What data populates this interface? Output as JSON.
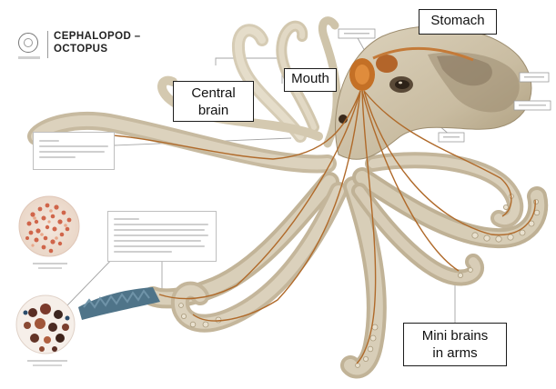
{
  "title": {
    "line1": "CEPHALOPOD –",
    "line2": "OCTOPUS"
  },
  "labels": {
    "stomach": "Stomach",
    "mouth": "Mouth",
    "central_brain_line1": "Central",
    "central_brain_line2": "brain",
    "mini_brains_line1": "Mini brains",
    "mini_brains_line2": "in arms"
  },
  "colors": {
    "body": "#cfc3ab",
    "body_shade": "#a8987c",
    "nerve": "#b06a2a",
    "organ": "#c86a28",
    "gill_blue": "#4a6f86",
    "label_border": "#1c1c1c",
    "leader": "#9a9a9a"
  }
}
